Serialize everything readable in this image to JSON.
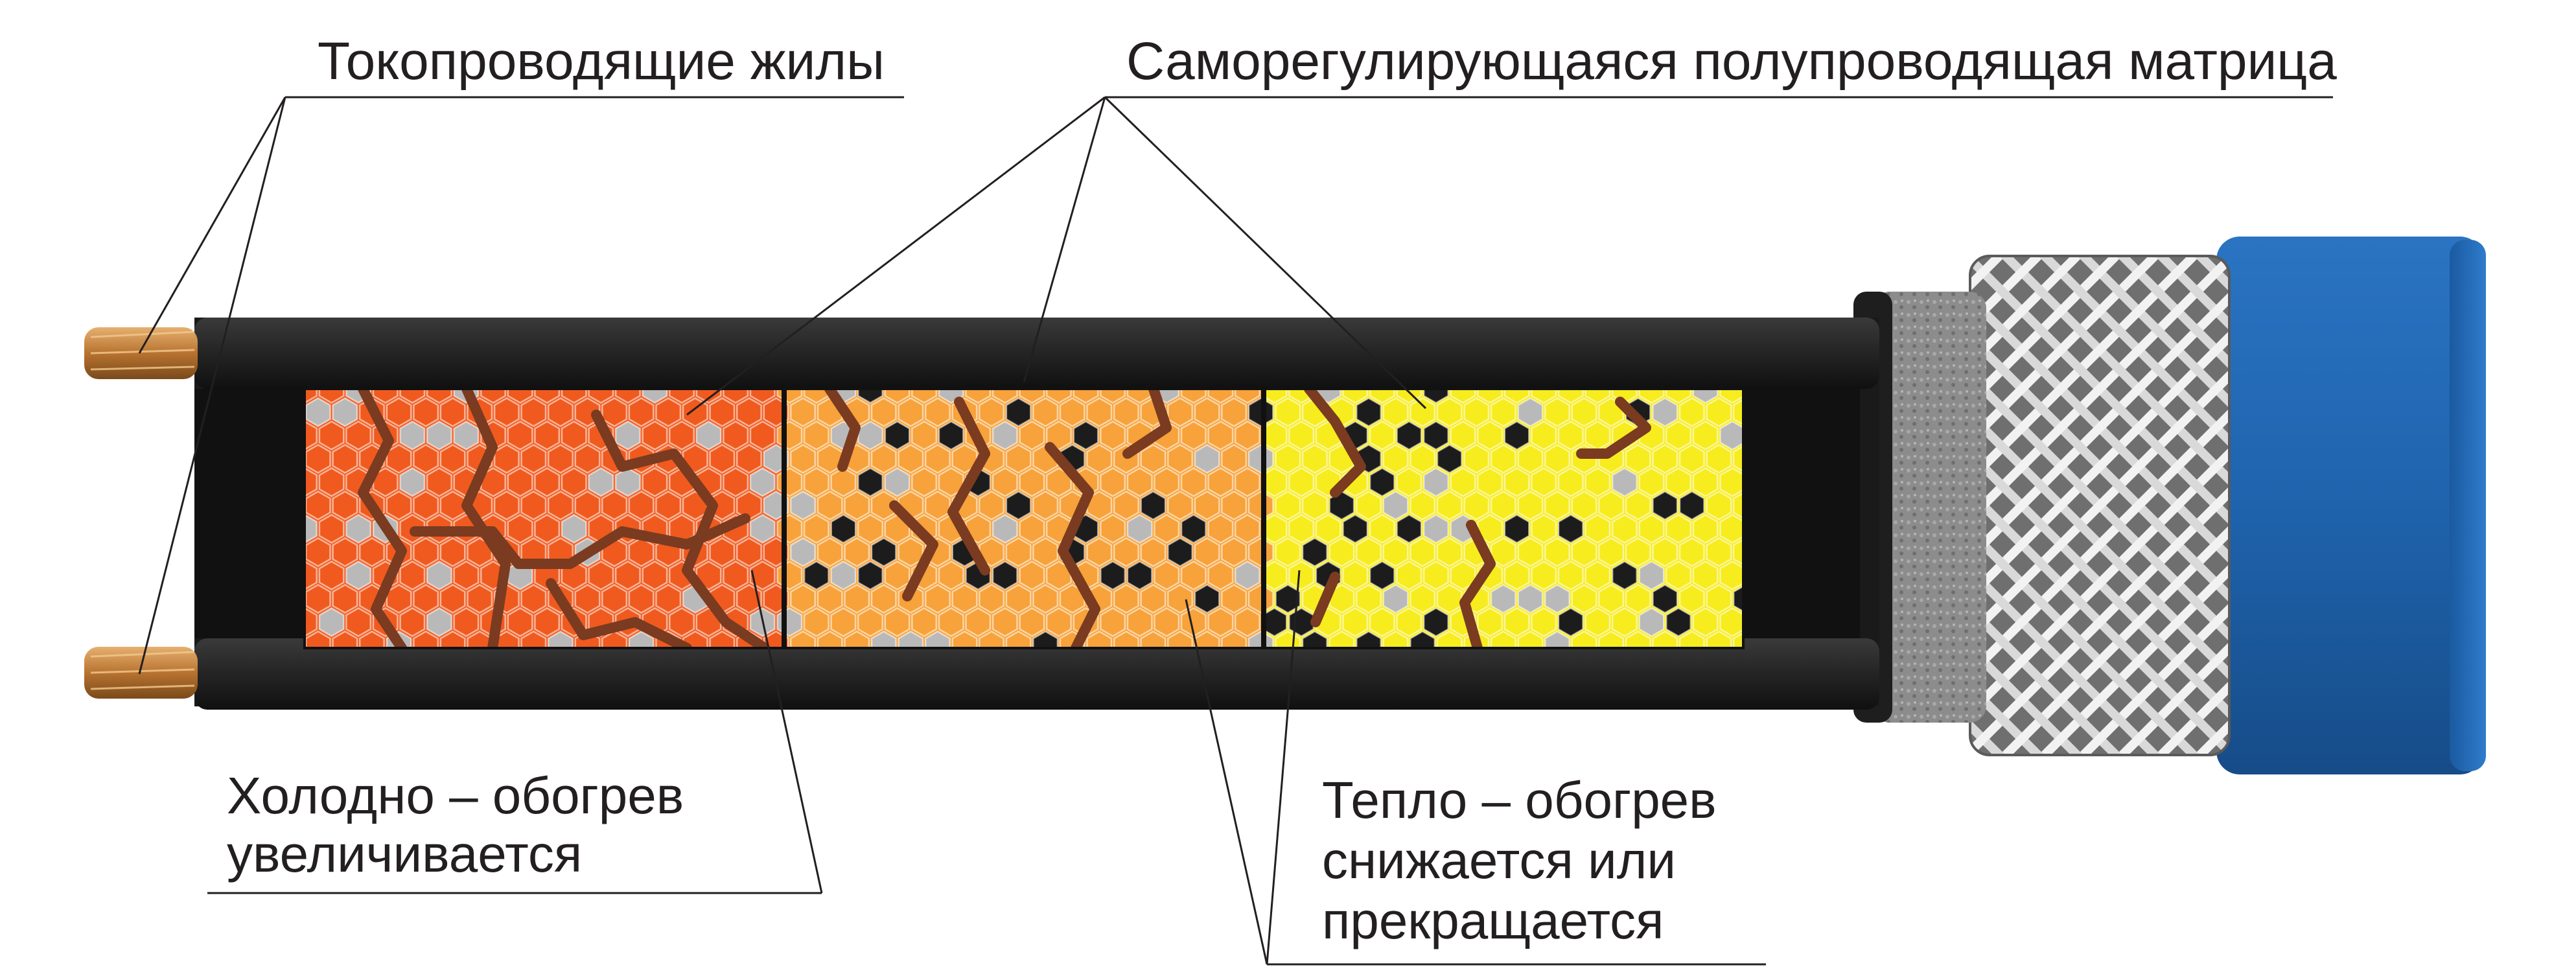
{
  "labels": {
    "conductors": "Токопроводящие жилы",
    "matrix": "Саморегулирующаяся полупроводящая матрица",
    "cold_line1": "Холодно – обогрев",
    "cold_line2": "увеличивается",
    "warm_line1": "Тепло – обогрев",
    "warm_line2": "снижается или",
    "warm_line3": "прекращается"
  },
  "colors": {
    "cable_jacket": "#2a2a2a",
    "inner_black": "#1a1a1a",
    "copper": "#c8883a",
    "matrix_cold": "#f05a1e",
    "matrix_warm": "#f7a23a",
    "matrix_hot": "#f7ec1e",
    "cell_grey": "#b9b9b9",
    "cell_black": "#1c1c1c",
    "path_brown": "#7a3b20",
    "foil": "#8a8a8a",
    "braid": "#e8e8e8",
    "outer_blue": "#1f63ad",
    "line": "#231f20"
  }
}
